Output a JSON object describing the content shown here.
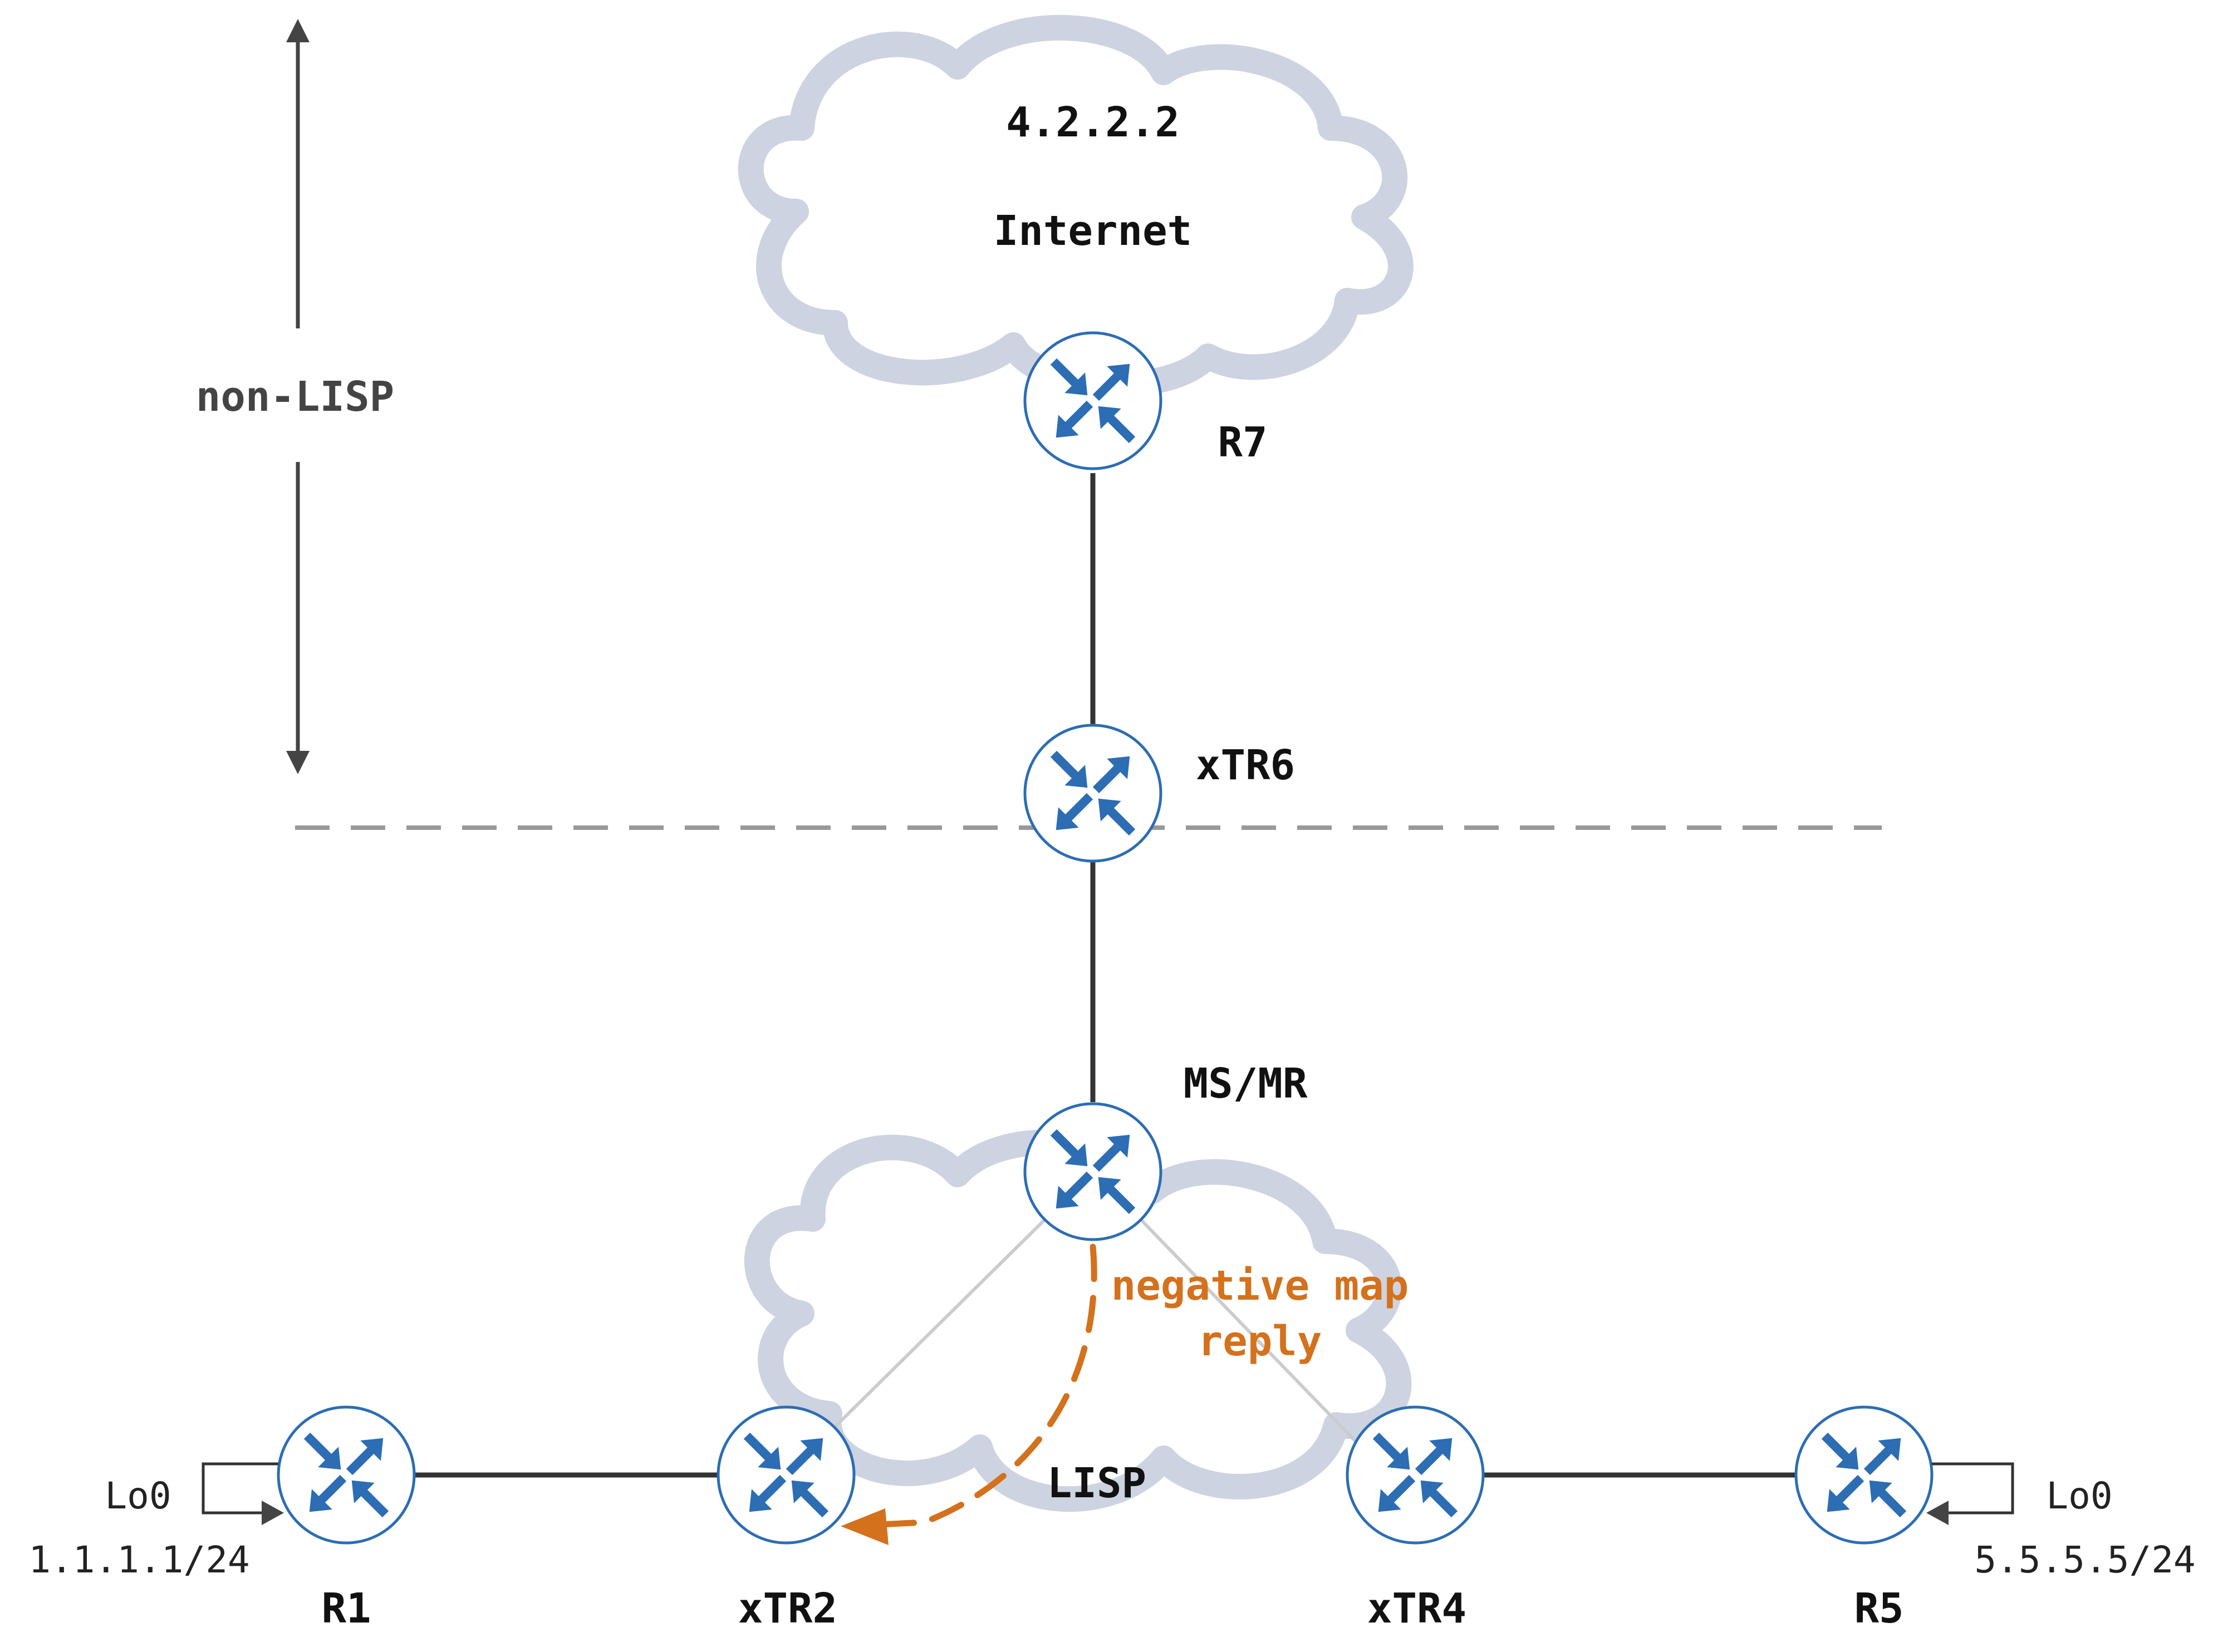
{
  "colors": {
    "cloud": "#cdd3e0",
    "router_fill": "#ffffff",
    "router_stroke": "#2c6db4",
    "router_arrow": "#2c6db4",
    "link": "#333333",
    "thin_link": "#cccccc",
    "boundary": "#999999",
    "annotation": "#d4711c",
    "arrow_gray": "#444444"
  },
  "clouds": {
    "top": {
      "host_label": "4.2.2.2",
      "title": "Internet"
    },
    "bottom": {
      "title": "LISP"
    }
  },
  "zone_label": "non-LISP",
  "routers": {
    "r7": {
      "label": "R7",
      "icon": "router-icon"
    },
    "xtr6": {
      "label": "xTR6",
      "icon": "router-icon"
    },
    "msmr": {
      "label": "MS/MR",
      "icon": "router-icon"
    },
    "r1": {
      "label": "R1",
      "icon": "router-icon"
    },
    "xtr2": {
      "label": "xTR2",
      "icon": "router-icon"
    },
    "xtr4": {
      "label": "xTR4",
      "icon": "router-icon"
    },
    "r5": {
      "label": "R5",
      "icon": "router-icon"
    }
  },
  "loopbacks": {
    "r1": {
      "name": "Lo0",
      "address": "1.1.1.1/24"
    },
    "r5": {
      "name": "Lo0",
      "address": "5.5.5.5/24"
    }
  },
  "annotation": {
    "line1": "negative map",
    "line2": "reply"
  }
}
